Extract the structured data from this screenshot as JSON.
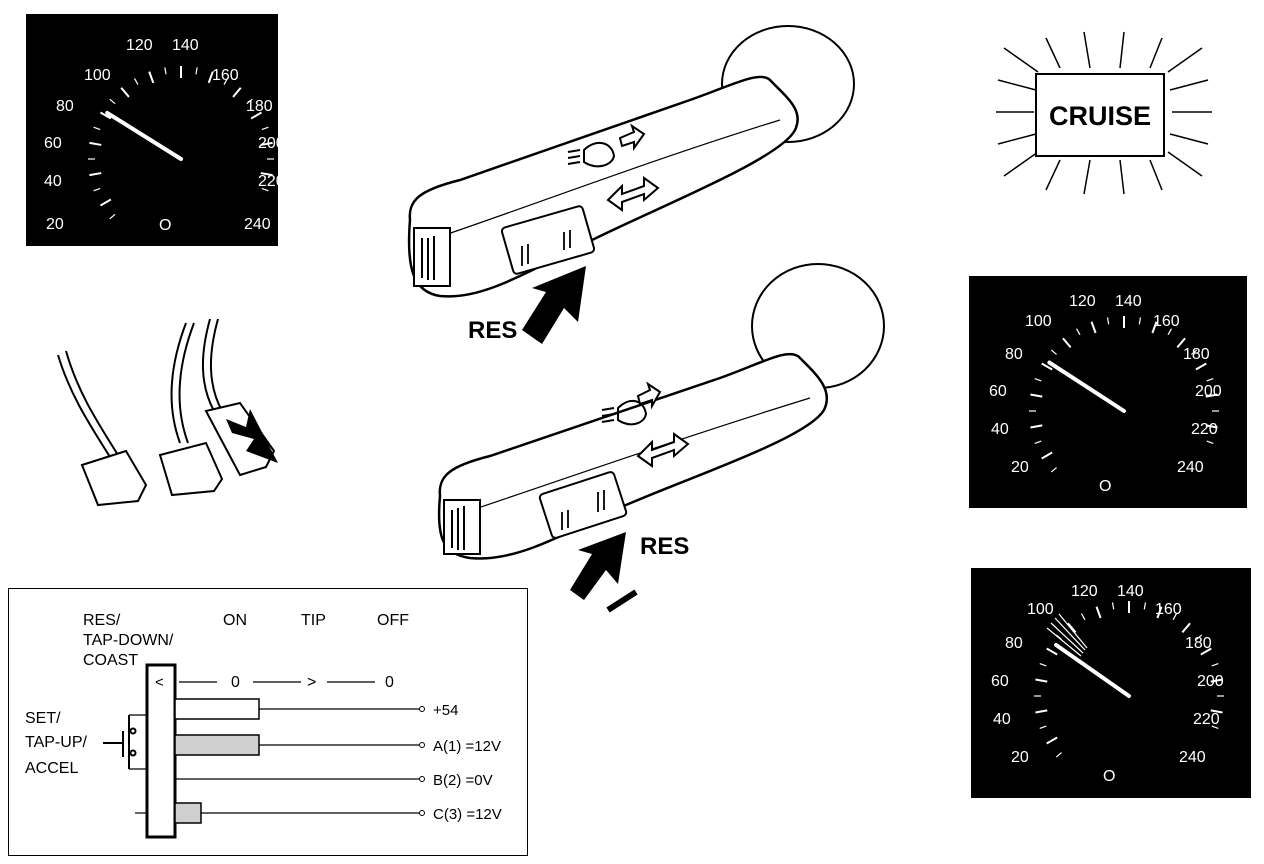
{
  "speedometer": {
    "tick_labels": [
      "20",
      "40",
      "60",
      "80",
      "100",
      "120",
      "140",
      "160",
      "180",
      "200",
      "220",
      "240"
    ],
    "center_glyph": "O"
  },
  "gauges": [
    {
      "needle_speed": 82
    },
    {
      "needle_speed": 83
    },
    {
      "needle_speed": 85
    }
  ],
  "cruise_lamp": {
    "label": "CRUISE"
  },
  "stalk_upper": {
    "arrow_label": "RES"
  },
  "stalk_lower": {
    "arrow_label": "RES"
  },
  "wiring": {
    "switch_name_lines": [
      "RES/",
      "TAP-DOWN/",
      "COAST"
    ],
    "set_name_lines": [
      "SET/",
      "TAP-UP/",
      "ACCEL"
    ],
    "positions": [
      "ON",
      "TIP",
      "OFF"
    ],
    "lever_glyph": "<",
    "row_zero_left": "0",
    "row_arrow": ">",
    "row_zero_right": "0",
    "outputs": [
      "+54",
      "A(1) =12V",
      "B(2) =0V",
      "C(3) =12V"
    ]
  }
}
